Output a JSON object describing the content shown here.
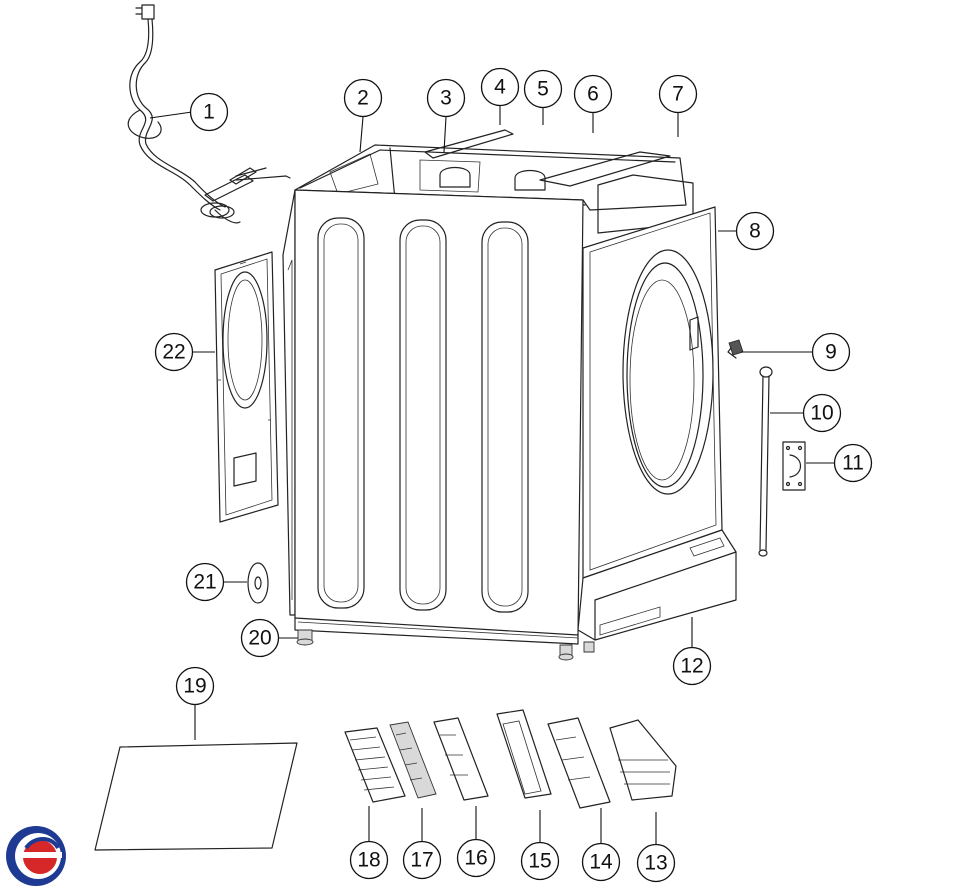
{
  "callouts": [
    {
      "id": "1",
      "label": "1"
    },
    {
      "id": "2",
      "label": "2"
    },
    {
      "id": "3",
      "label": "3"
    },
    {
      "id": "4",
      "label": "4"
    },
    {
      "id": "5",
      "label": "5"
    },
    {
      "id": "6",
      "label": "6"
    },
    {
      "id": "7",
      "label": "7"
    },
    {
      "id": "8",
      "label": "8"
    },
    {
      "id": "9",
      "label": "9"
    },
    {
      "id": "10",
      "label": "10"
    },
    {
      "id": "11",
      "label": "11"
    },
    {
      "id": "12",
      "label": "12"
    },
    {
      "id": "13",
      "label": "13"
    },
    {
      "id": "14",
      "label": "14"
    },
    {
      "id": "15",
      "label": "15"
    },
    {
      "id": "16",
      "label": "16"
    },
    {
      "id": "17",
      "label": "17"
    },
    {
      "id": "18",
      "label": "18"
    },
    {
      "id": "19",
      "label": "19"
    },
    {
      "id": "20",
      "label": "20"
    },
    {
      "id": "21",
      "label": "21"
    },
    {
      "id": "22",
      "label": "22"
    }
  ],
  "logo": {
    "icon": "brand-logo-icon",
    "colors": [
      "#1f3a93",
      "#d62828"
    ]
  }
}
